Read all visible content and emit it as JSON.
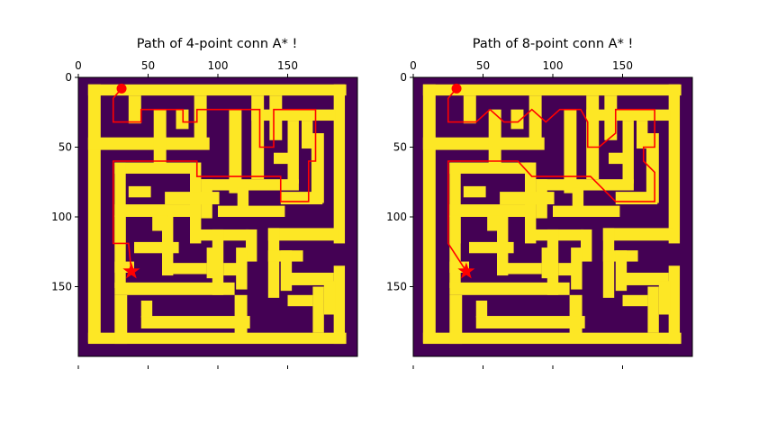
{
  "colors": {
    "wall": "#440154",
    "open": "#fde725",
    "path": "#ff0000",
    "frame": "#000000",
    "background": "#ffffff"
  },
  "chart_data": [
    {
      "type": "heatmap",
      "title": "Path of 4-point conn A* !",
      "xlabel": "",
      "ylabel": "",
      "xaxis_position": "top",
      "yaxis_inverted": true,
      "xlim": [
        0,
        200
      ],
      "ylim": [
        200,
        0
      ],
      "xticks": [
        0,
        50,
        100,
        150
      ],
      "yticks": [
        0,
        50,
        100,
        150
      ],
      "start_marker": {
        "shape": "circle",
        "x": 31,
        "y": 8
      },
      "goal_marker": {
        "shape": "star",
        "x": 38,
        "y": 139
      },
      "path": [
        [
          31,
          8
        ],
        [
          25,
          15
        ],
        [
          25,
          32
        ],
        [
          45,
          32
        ],
        [
          45,
          23
        ],
        [
          75,
          23
        ],
        [
          75,
          32
        ],
        [
          85,
          32
        ],
        [
          85,
          23
        ],
        [
          130,
          23
        ],
        [
          130,
          50
        ],
        [
          140,
          50
        ],
        [
          140,
          23
        ],
        [
          170,
          23
        ],
        [
          170,
          60
        ],
        [
          165,
          60
        ],
        [
          165,
          89
        ],
        [
          145,
          89
        ],
        [
          145,
          71
        ],
        [
          85,
          71
        ],
        [
          85,
          60
        ],
        [
          25,
          60
        ],
        [
          25,
          119
        ],
        [
          36,
          119
        ],
        [
          38,
          139
        ]
      ]
    },
    {
      "type": "heatmap",
      "title": "Path of 8-point conn A* !",
      "xlabel": "",
      "ylabel": "",
      "xaxis_position": "top",
      "yaxis_inverted": true,
      "xlim": [
        0,
        200
      ],
      "ylim": [
        200,
        0
      ],
      "xticks": [
        0,
        50,
        100,
        150
      ],
      "yticks": [
        0,
        50,
        100,
        150
      ],
      "start_marker": {
        "shape": "circle",
        "x": 31,
        "y": 8
      },
      "goal_marker": {
        "shape": "star",
        "x": 38,
        "y": 139
      },
      "path": [
        [
          31,
          8
        ],
        [
          25,
          15
        ],
        [
          25,
          32
        ],
        [
          45,
          32
        ],
        [
          55,
          23
        ],
        [
          65,
          32
        ],
        [
          75,
          32
        ],
        [
          85,
          23
        ],
        [
          95,
          32
        ],
        [
          105,
          23
        ],
        [
          120,
          23
        ],
        [
          125,
          32
        ],
        [
          125,
          50
        ],
        [
          133,
          50
        ],
        [
          145,
          40
        ],
        [
          145,
          23
        ],
        [
          173,
          23
        ],
        [
          173,
          50
        ],
        [
          165,
          50
        ],
        [
          165,
          60
        ],
        [
          173,
          68
        ],
        [
          173,
          89
        ],
        [
          145,
          89
        ],
        [
          127,
          71
        ],
        [
          85,
          71
        ],
        [
          75,
          60
        ],
        [
          25,
          60
        ],
        [
          25,
          119
        ],
        [
          38,
          139
        ]
      ]
    }
  ]
}
